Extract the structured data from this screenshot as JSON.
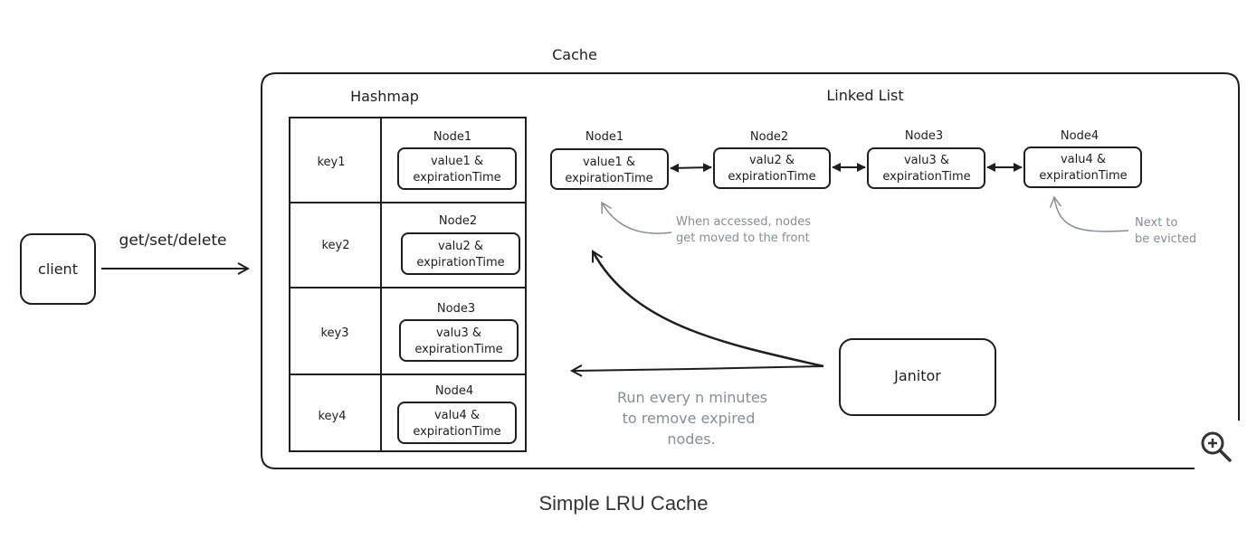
{
  "diagram": {
    "client": "client",
    "request_label": "get/set/delete",
    "cache_label": "Cache",
    "hashmap_title": "Hashmap",
    "linked_list_title": "Linked List",
    "hashmap_rows": [
      {
        "key": "key1",
        "node": "Node1",
        "value": "value1 &",
        "expiration": "expirationTime"
      },
      {
        "key": "key2",
        "node": "Node2",
        "value": "valu2 &",
        "expiration": "expirationTime"
      },
      {
        "key": "key3",
        "node": "Node3",
        "value": "valu3 &",
        "expiration": "expirationTime"
      },
      {
        "key": "key4",
        "node": "Node4",
        "value": "valu4 &",
        "expiration": "expirationTime"
      }
    ],
    "list_nodes": [
      {
        "node": "Node1",
        "value": "value1 &",
        "expiration": "expirationTime"
      },
      {
        "node": "Node2",
        "value": "valu2 &",
        "expiration": "expirationTime"
      },
      {
        "node": "Node3",
        "value": "valu3 &",
        "expiration": "expirationTime"
      },
      {
        "node": "Node4",
        "value": "valu4 &",
        "expiration": "expirationTime"
      }
    ],
    "note_front": [
      "When accessed, nodes",
      "get moved to the front"
    ],
    "note_evict": [
      "Next to",
      "be evicted"
    ],
    "janitor": "Janitor",
    "janitor_note": [
      "Run every n minutes",
      "to remove expired",
      "nodes."
    ]
  },
  "caption": "Simple LRU Cache",
  "zoom_icon": "zoom-in-icon",
  "colors": {
    "stroke": "#1e1e1e",
    "note": "#868e96",
    "caption": "#333333"
  }
}
